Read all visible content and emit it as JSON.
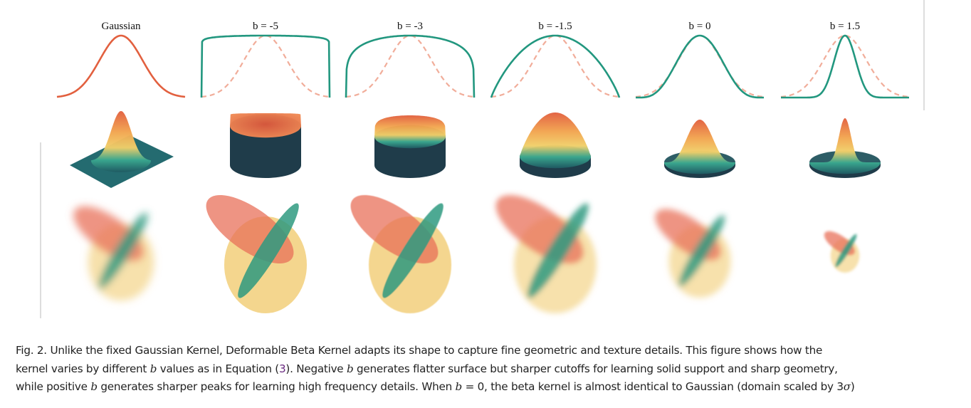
{
  "figure": {
    "columns": [
      {
        "label": "Gaussian",
        "b": null
      },
      {
        "label": "b = -5",
        "b": -5
      },
      {
        "label": "b = -3",
        "b": -3
      },
      {
        "label": "b = -1.5",
        "b": -1.5
      },
      {
        "label": "b = 0",
        "b": 0
      },
      {
        "label": "b = 1.5",
        "b": 1.5
      }
    ],
    "colors": {
      "gaussian": "#e2603f",
      "beta": "#22977f",
      "gaussian_reference_dashed": "#f1ad9a",
      "surface_base": "#1f3c4a",
      "splat_red": "#e8705a",
      "splat_teal": "#2f9a80",
      "splat_yellow": "#f0c868"
    }
  },
  "caption": {
    "line1": "Fig. 2.  Unlike the fixed Gaussian Kernel, Deformable Beta Kernel adapts its shape to capture fine geometric and texture details. This figure shows how the",
    "line2_a": "kernel varies by different ",
    "b_symbol": "b",
    "line2_b": " values as in Equation (",
    "eq_ref": "3",
    "line2_c": "). Negative ",
    "line2_d": " generates flatter surface but sharper cutoffs for learning solid support and sharp geometry,",
    "line3_a": "while positive ",
    "line3_b": " generates sharper peaks for learning high frequency details. When ",
    "line3_c": " = 0, the beta kernel is almost identical to Gaussian (domain scaled by 3",
    "sigma": "σ",
    "line3_d": ")"
  }
}
